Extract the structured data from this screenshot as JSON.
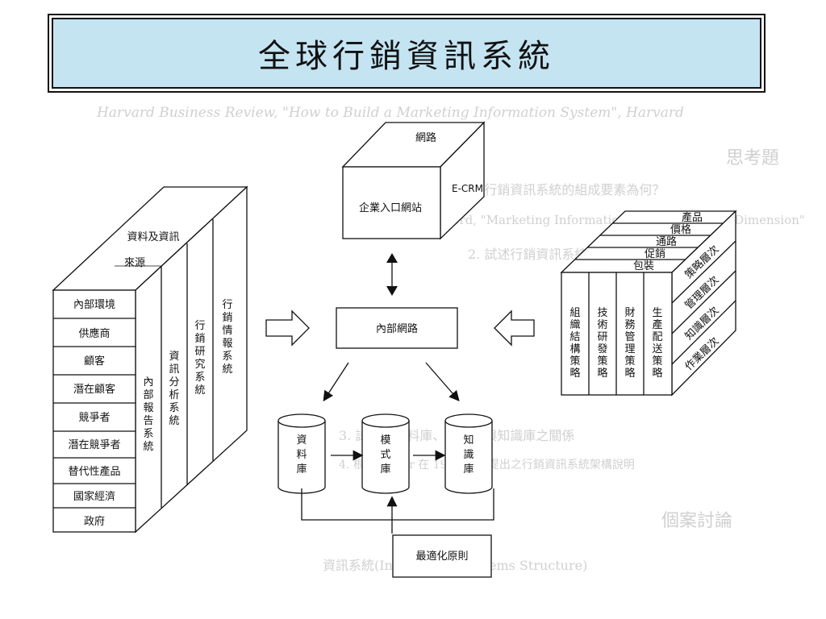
{
  "slide": {
    "title": "全球行銷資訊系統"
  },
  "network": {
    "top": "網路",
    "crm": "E-CRM",
    "portal": "企業入口網站"
  },
  "internal_network": "內部網路",
  "left_block": {
    "top1": "資料及資訊",
    "top2": "來源",
    "sources": [
      "內部環境",
      "供應商",
      "顧客",
      "潛在顧客",
      "競爭者",
      "潛在競爭者",
      "替代性產品",
      "國家經濟",
      "政府"
    ],
    "systems": [
      "內部報告系統",
      "資訊分析系統",
      "行銷研究系統",
      "行銷情報系統"
    ]
  },
  "databases": [
    "資料庫",
    "模式庫",
    "知識庫"
  ],
  "optimization": "最適化原則",
  "right_block": {
    "mix": [
      "產品",
      "價格",
      "通路",
      "促銷",
      "包裝"
    ],
    "levels": [
      "策略層次",
      "管理層次",
      "知識層次",
      "作業層次"
    ],
    "strategies": [
      "組織結構策略",
      "技術研發策略",
      "財務管理策略",
      "生產配送策略"
    ]
  },
  "background_lines": [
    "Harvard Business Review, \"How to Build a Marketing Information System\", Harvard",
    "思考題",
    "1. 行銷資訊系統的組成要素為何？",
    "2. 試述行銷資訊系統在企業中的角色與功能",
    "Stanford, \"Marketing Information Systems: A New Dimension\"",
    "3. 試說明資料庫、模式庫與知識庫之關係",
    "4. 根據 Kotler 在 1994 年所提出之行銷資訊系統架構說明",
    "個案討論",
    "資訊系統(Information Systems Structure)"
  ],
  "colors": {
    "title_bg": "#c4e4f2",
    "line": "#111111"
  }
}
